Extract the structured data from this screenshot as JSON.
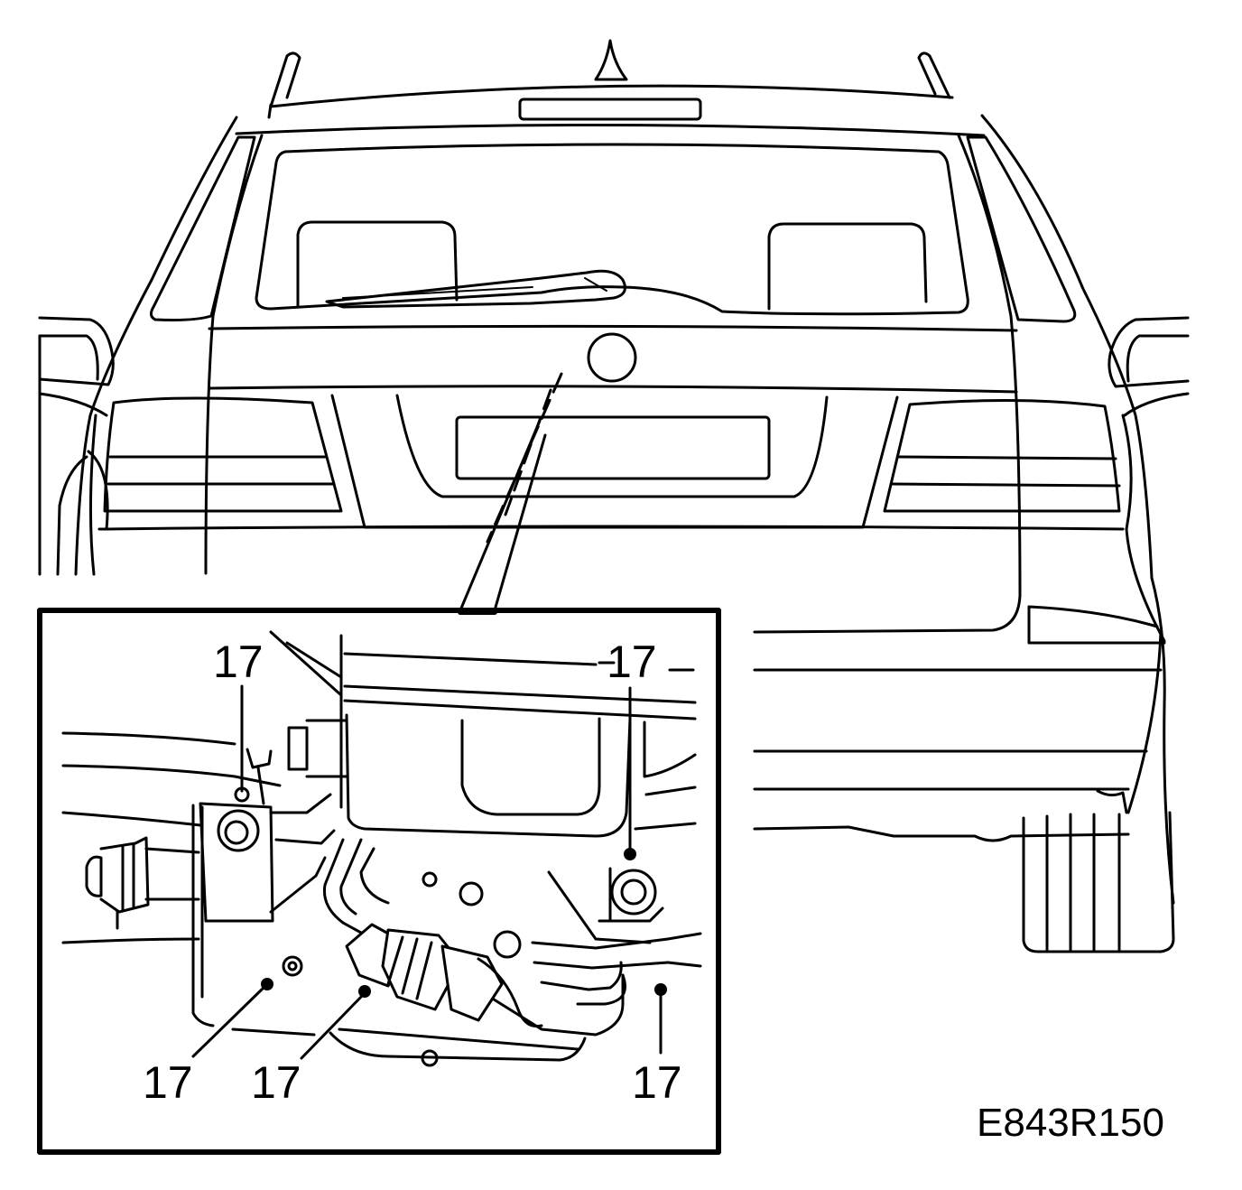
{
  "figure": {
    "reference_code": "E843R150",
    "callouts": [
      {
        "id": "top-left",
        "text": "17"
      },
      {
        "id": "top-right",
        "text": "17"
      },
      {
        "id": "bottom-left",
        "text": "17"
      },
      {
        "id": "bottom-middle",
        "text": "17"
      },
      {
        "id": "bottom-right",
        "text": "17"
      }
    ]
  },
  "colors": {
    "line": "#000000",
    "background": "#ffffff"
  }
}
